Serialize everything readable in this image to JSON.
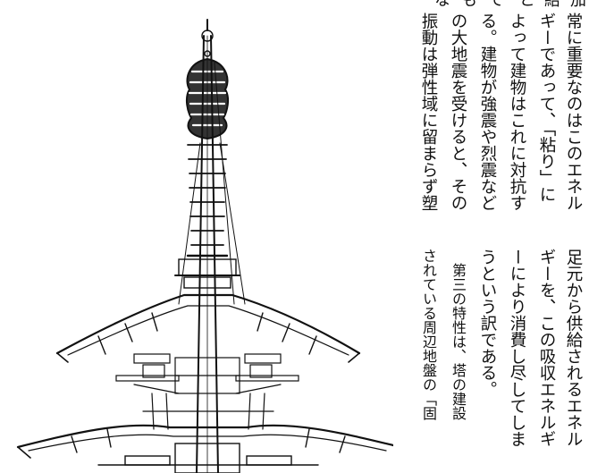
{
  "page": {
    "columns_upper": [
      "常に重要なのはこのエネル",
      "ギーであって、「粘り」に",
      "よって建物はこれに対抗す",
      "る。建物が強震や烈震など",
      "の大地震を受けると、その",
      "振動は弾性域に留まらず塑"
    ],
    "columns_lower": [
      "足元から供給されるエネル",
      "ギーを、この吸収エネルギ",
      "ーにより消費し尽してしま",
      "うという訳である。",
      "　第三の特性は、塔の建設",
      "されている周辺地盤の「固"
    ],
    "top_cut_fragments": [
      "加",
      "結",
      "と",
      "で",
      "も",
      "な"
    ],
    "figure": {
      "subject": "pagoda-cross-section"
    }
  }
}
